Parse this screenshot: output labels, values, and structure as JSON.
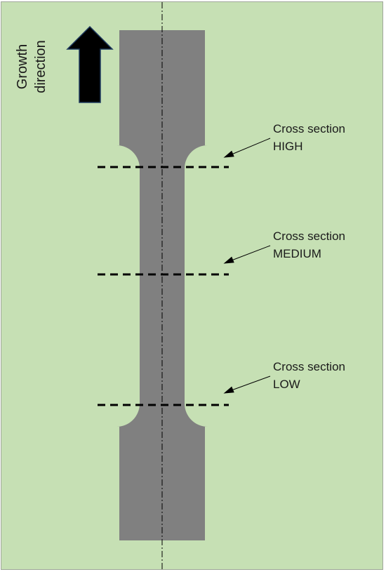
{
  "growth": {
    "line1": "Growth",
    "line2": "direction"
  },
  "cross_sections": [
    {
      "line1": "Cross section",
      "line2": "HIGH"
    },
    {
      "line1": "Cross section",
      "line2": "MEDIUM"
    },
    {
      "line1": "Cross section",
      "line2": "LOW"
    }
  ],
  "colors": {
    "background": "#c6e0b4",
    "specimen": "#808080",
    "arrow": "#000000",
    "cut_line": "#000000"
  }
}
